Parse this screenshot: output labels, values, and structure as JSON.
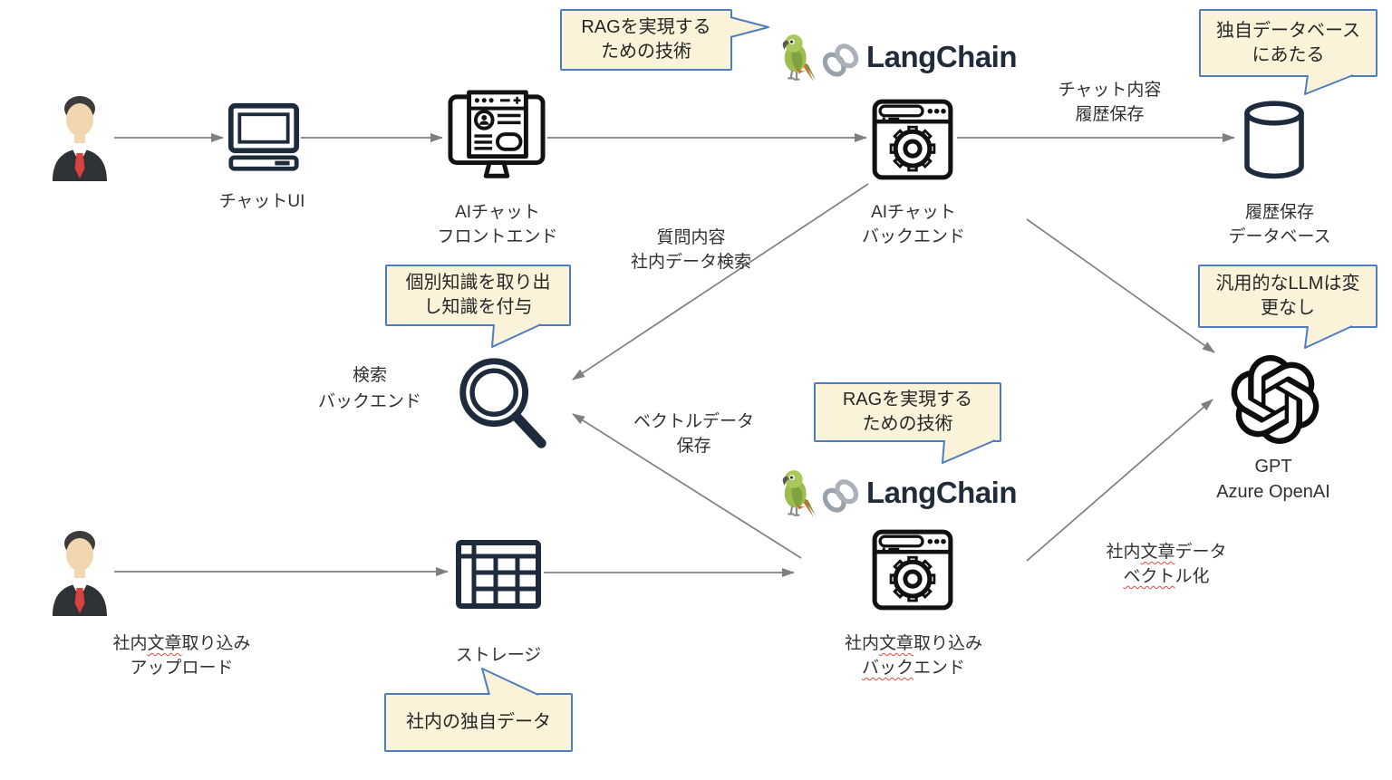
{
  "colors": {
    "callout-fill": "#FAF3DA",
    "callout-border": "#4E7DBF",
    "arrow": "#7F7F7F",
    "icon-navy": "#1E2B3C",
    "icon-ink": "#111111",
    "text": "#303030",
    "squiggle": "#E0483E",
    "langchain": "#212B39"
  },
  "nodes": {
    "chat_ui": {
      "label": "チャットUI"
    },
    "frontend": {
      "line1": "AIチャット",
      "line2": "フロントエンド"
    },
    "backend": {
      "line1": "AIチャット",
      "line2": "バックエンド"
    },
    "history_db": {
      "line1": "履歴保存",
      "line2": "データベース"
    },
    "search_backend": {
      "line1": "検索",
      "line2": "バックエンド"
    },
    "openai": {
      "line1": "GPT",
      "line2": "Azure OpenAI"
    },
    "doc_upload": {
      "p1": "社内",
      "p2": "文章",
      "p3": "取り込み",
      "line2": "アップロード"
    },
    "storage": {
      "label": "ストレージ"
    },
    "doc_backend": {
      "p1": "社内",
      "p2": "文章",
      "p3": "取り込み",
      "q1": "バック",
      "q2": "エンド"
    }
  },
  "edge_labels": {
    "chat_history": {
      "line1": "チャット内容",
      "line2": "履歴保存"
    },
    "question": {
      "line1": "質問内容",
      "line2": "社内データ検索"
    },
    "vector_save": {
      "line1": "ベクトルデータ",
      "line2": "保存"
    },
    "vectorize": {
      "p1": "社内",
      "p2": "文章",
      "p3": "データ",
      "q1": "ベクト",
      "q2": "ル化"
    }
  },
  "callouts": {
    "rag_top": {
      "line1": "RAGを実現する",
      "line2": "ための技術"
    },
    "own_db": {
      "line1": "独自データベース",
      "line2": "にあたる"
    },
    "knowledge": {
      "line1": "個別知識を取り出",
      "line2": "し知識を付与"
    },
    "rag_bottom": {
      "line1": "RAGを実現する",
      "line2": "ための技術"
    },
    "llm": {
      "line1": "汎用的なLLMは変",
      "line2": "更なし"
    },
    "own_data": {
      "label": "社内の独自データ"
    }
  },
  "logos": {
    "langchain_top": {
      "text": "LangChain"
    },
    "langchain_bottom": {
      "text": "LangChain"
    }
  }
}
